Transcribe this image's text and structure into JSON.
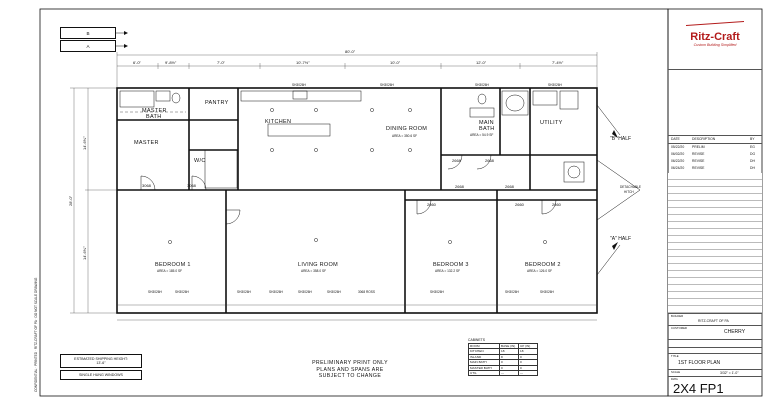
{
  "elevation_keys": [
    "B",
    "A"
  ],
  "overall_length": "80'-0\"",
  "rooms": {
    "master_bath": "MASTER\nBATH",
    "pantry": "PANTRY",
    "kitchen": "KITCHEN",
    "dining_room": "DINING ROOM",
    "main_bath": "MAIN\nBATH",
    "utility": "UTILITY",
    "master": "MASTER",
    "wic": "W/C",
    "bedroom1": "BEDROOM 1",
    "living_room": "LIVING ROOM",
    "bedroom3": "BEDROOM 3",
    "bedroom2": "BEDROOM 2"
  },
  "room_notes": {
    "bedroom1": "AREA = 185.0 SF",
    "living_room": "AREA = 358.0 SF",
    "bedroom3": "AREA = 132.2 SF",
    "bedroom2": "AREA = 126.0 SF",
    "dining_room": "AREA = 350.6 SF",
    "main_bath": "AREA = 54.9 SF"
  },
  "side_labels": {
    "b_half": "\"B\" HALF",
    "a_half": "\"A\" HALF",
    "detachable_hitch": "DETACHABLE\nHITCH"
  },
  "window_tags": [
    "SH3026H",
    "SH3026H",
    "SH3026H",
    "SH3026H",
    "SH3026H",
    "SH3026H",
    "SH3026H",
    "SH3026H",
    "SH3026H"
  ],
  "door_tags": [
    "3068",
    "3068",
    "2668",
    "2668",
    "2668",
    "2668",
    "2660",
    "2660",
    "2660",
    "3068 ROSS"
  ],
  "top_dims": [
    "6'-0\"",
    "9'-8½\"",
    "7'-0\"",
    "10'-7½\"",
    "10'-0\"",
    "12'-0\"",
    "7'-4½\""
  ],
  "left_dims": [
    "14'-6⅜\"",
    "14'-6⅜\"",
    "28'-0\""
  ],
  "notes": {
    "shipping_height": "ESTIMATED SHIPPING HEIGHT:\n13'-6\"",
    "windows": "SINGLE HUNG WINDOWS",
    "preliminary": "PRELIMINARY PRINT ONLY\nPLANS AND SPANS ARE\nSUBJECT TO CHANGE",
    "side_strip": "CONFIDENTIAL · PRINTED · RITZ-CRAFT OF PA · DO NOT SCALE DRAWING"
  },
  "cabinets": {
    "title": "CABINETS",
    "headers": [
      "ROOM",
      "BASE (IN)",
      "UP (IN)"
    ],
    "rows": [
      [
        "KITCHEN",
        "18",
        "18"
      ],
      [
        "ISLAND",
        "8",
        "0"
      ],
      [
        "MAIN BATH",
        "0",
        "0"
      ],
      [
        "MASTER BATH",
        "0",
        "0"
      ],
      [
        "UTIL",
        "---",
        "---"
      ]
    ]
  },
  "title_block": {
    "brand": "Ritz-Craft",
    "tagline": "Custom Building Simplified",
    "revisions_headers": [
      "DATE",
      "DESCRIPTION",
      "BY"
    ],
    "revisions": [
      [
        "05/22/20",
        "PRELIM",
        "EG"
      ],
      [
        "06/02/20",
        "REVISE",
        "DG"
      ],
      [
        "06/22/20",
        "REVISE",
        "DH"
      ],
      [
        "06/24/20",
        "REVISE",
        "DH"
      ]
    ],
    "builder_label": "BUILDER",
    "builder": "RITZ-CRAFT OF PA",
    "customer_label": "CUSTOMER",
    "customer": "CHERRY",
    "sheet_title_label": "TITLE",
    "sheet_title": "1ST FLOOR PLAN",
    "scale_label": "SCALE",
    "scale": "3/32\" = 1'-0\"",
    "drawing_label": "DWG",
    "drawing_number": "2X4 FP1"
  }
}
